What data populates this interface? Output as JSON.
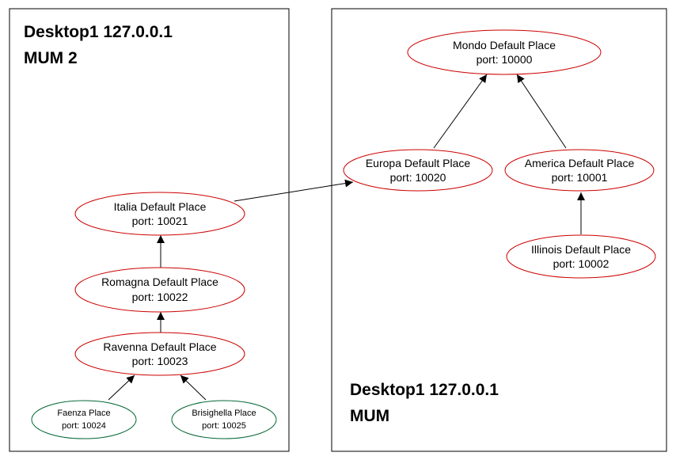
{
  "colors": {
    "red_node": "#cc0000",
    "green_node": "#006633",
    "box_border": "#000000"
  },
  "boxes": {
    "left": {
      "title_line1": "Desktop1 127.0.0.1",
      "title_line2": "MUM 2"
    },
    "right": {
      "title_line1": "Desktop1 127.0.0.1",
      "title_line2": "MUM"
    }
  },
  "nodes": {
    "mondo": {
      "name": "Mondo Default Place",
      "port": "port: 10000"
    },
    "europa": {
      "name": "Europa Default Place",
      "port": "port: 10020"
    },
    "america": {
      "name": "America Default Place",
      "port": "port: 10001"
    },
    "illinois": {
      "name": "Illinois Default Place",
      "port": "port: 10002"
    },
    "italia": {
      "name": "Italia Default Place",
      "port": "port: 10021"
    },
    "romagna": {
      "name": "Romagna Default Place",
      "port": "port: 10022"
    },
    "ravenna": {
      "name": "Ravenna Default Place",
      "port": "port: 10023"
    },
    "faenza": {
      "name": "Faenza Place",
      "port": "port: 10024"
    },
    "brisighella": {
      "name": "Brisighella Place",
      "port": "port: 10025"
    }
  },
  "edges": [
    {
      "from": "europa",
      "to": "mondo"
    },
    {
      "from": "america",
      "to": "mondo"
    },
    {
      "from": "illinois",
      "to": "america"
    },
    {
      "from": "italia",
      "to": "europa"
    },
    {
      "from": "romagna",
      "to": "italia"
    },
    {
      "from": "ravenna",
      "to": "romagna"
    },
    {
      "from": "faenza",
      "to": "ravenna"
    },
    {
      "from": "brisighella",
      "to": "ravenna"
    }
  ]
}
